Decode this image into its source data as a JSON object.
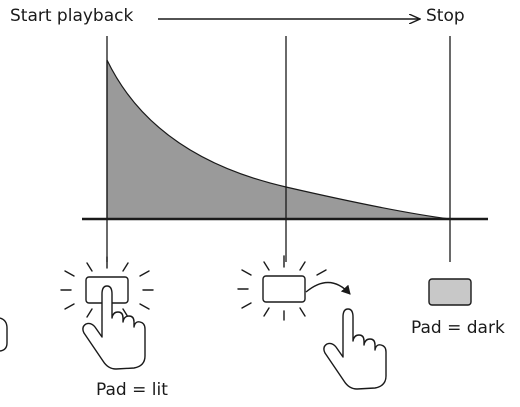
{
  "labels": {
    "start": "Start playback",
    "stop": "Stop",
    "pad_lit": "Pad = lit",
    "pad_dark": "Pad = dark"
  },
  "colors": {
    "ink": "#1a1a1a",
    "decay_fill": "#9a9a9a",
    "dark_pad_fill": "#c8c8c8"
  },
  "icons": [
    "hand-pointer-icon",
    "hand-pointer-icon",
    "pad-lit-icon",
    "pad-lit-icon",
    "pad-dark-icon",
    "release-arrow-icon"
  ]
}
